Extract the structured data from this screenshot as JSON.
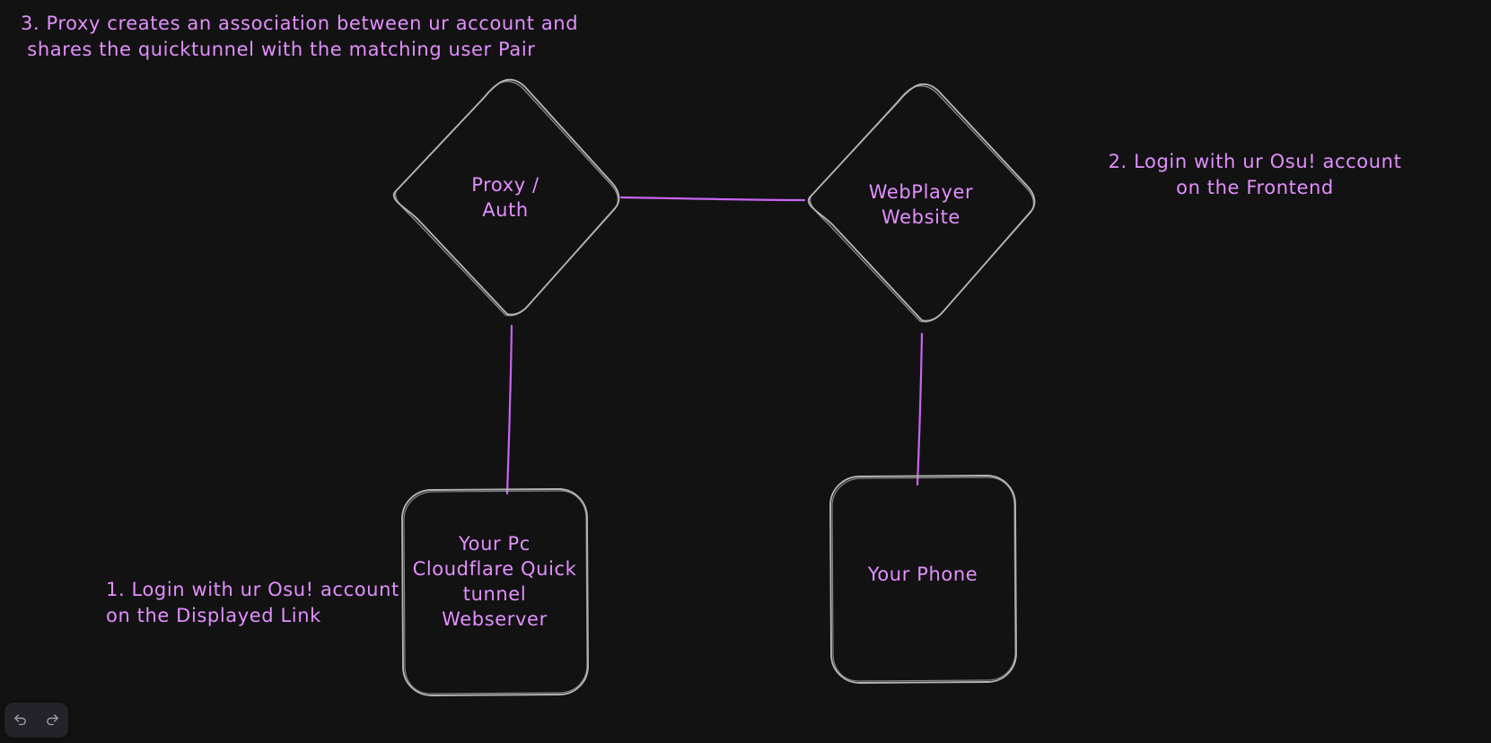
{
  "canvas": {
    "background": "#121212",
    "stroke_color": "#b3b3b3",
    "text_color": "#e38fff",
    "link_color": "#c964f2"
  },
  "nodes": [
    {
      "id": "proxy-auth",
      "shape": "diamond",
      "label": "Proxy /\nAuth"
    },
    {
      "id": "webplayer-website",
      "shape": "diamond",
      "label": "WebPlayer\nWebsite"
    },
    {
      "id": "your-pc",
      "shape": "rounded-rect",
      "label": "Your Pc\nCloudflare Quick\ntunnel\nWebserver"
    },
    {
      "id": "your-phone",
      "shape": "rounded-rect",
      "label": "Your Phone"
    }
  ],
  "annotations": [
    {
      "id": "step-3",
      "text": "3. Proxy creates an association between ur account and\n shares the quicktunnel with the matching user Pair"
    },
    {
      "id": "step-2",
      "text": "2. Login with ur Osu! account\non the Frontend"
    },
    {
      "id": "step-1",
      "text": "1. Login with ur Osu! account\non the Displayed Link"
    }
  ],
  "connectors": [
    {
      "from": "proxy-auth",
      "to": "webplayer-website"
    },
    {
      "from": "proxy-auth",
      "to": "your-pc"
    },
    {
      "from": "webplayer-website",
      "to": "your-phone"
    }
  ],
  "toolbar": {
    "undo_label": "Undo",
    "redo_label": "Redo",
    "undo_icon": "undo-arrow-icon",
    "redo_icon": "redo-arrow-icon"
  }
}
